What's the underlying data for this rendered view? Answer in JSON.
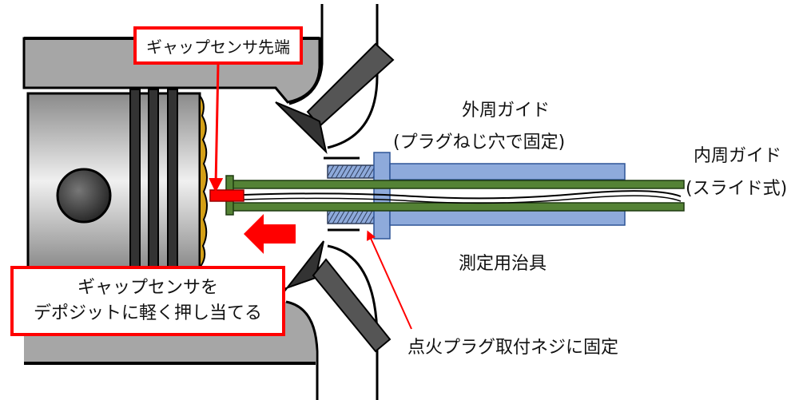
{
  "labels": {
    "sensor_tip": "ギャップセンサ先端",
    "press_line1": "ギャップセンサを",
    "press_line2": "デポジットに軽く押し当てる",
    "outer_guide": "外周ガイド",
    "outer_guide_note": "(プラグねじ穴で固定)",
    "inner_guide": "内周ガイド",
    "inner_guide_note": "(スライド式)",
    "jig": "測定用治具",
    "plug_thread": "点火プラグ取付ネジに固定"
  },
  "colors": {
    "accent": "#ff0000",
    "outer_guide": "#8eaadb",
    "inner_guide": "#548235",
    "deposit": "#d4a017",
    "metal": "#a6a6a6"
  }
}
